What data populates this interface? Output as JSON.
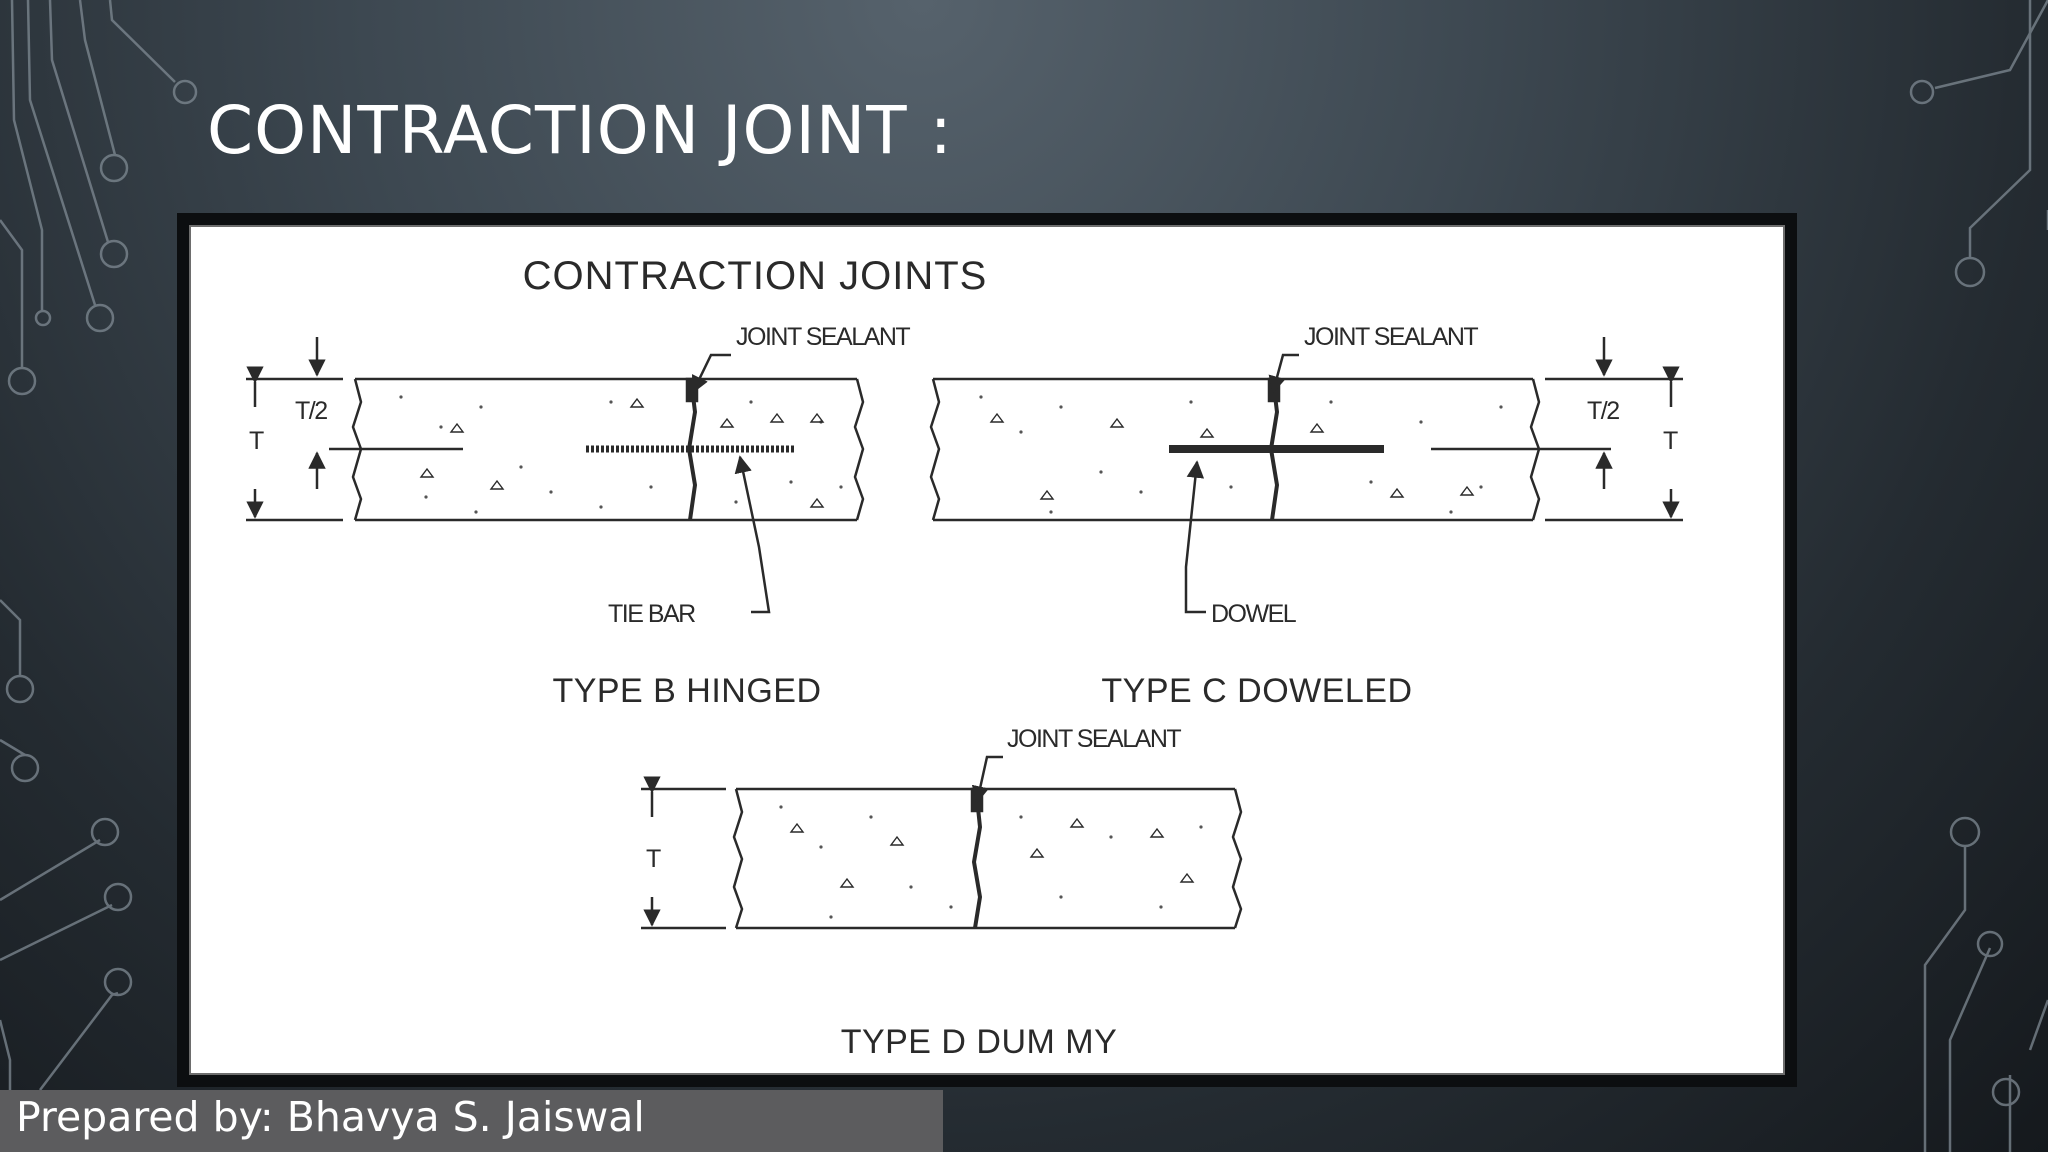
{
  "slide": {
    "title": "CONTRACTION JOINT :",
    "footer": "Prepared by: Bhavya S. Jaiswal"
  },
  "diagram": {
    "title": "CONTRACTION JOINTS",
    "type_b": {
      "caption": "TYPE B  HINGED",
      "sealant_label": "JOINT SEALANT",
      "bar_label": "TIE BAR",
      "half_depth_label": "T/2",
      "depth_label": "T"
    },
    "type_c": {
      "caption": "TYPE C  DOWELED",
      "sealant_label": "JOINT SEALANT",
      "bar_label": "DOWEL",
      "half_depth_label": "T/2",
      "depth_label": "T"
    },
    "type_d": {
      "caption": "TYPE D  DUM MY",
      "sealant_label": "JOINT SEALANT",
      "depth_label": "T"
    }
  },
  "colors": {
    "title_text": "#ffffff",
    "footer_bg": "#5c5c5e",
    "frame": "#0c0e10",
    "drawing_ink": "#2a2a2a"
  }
}
